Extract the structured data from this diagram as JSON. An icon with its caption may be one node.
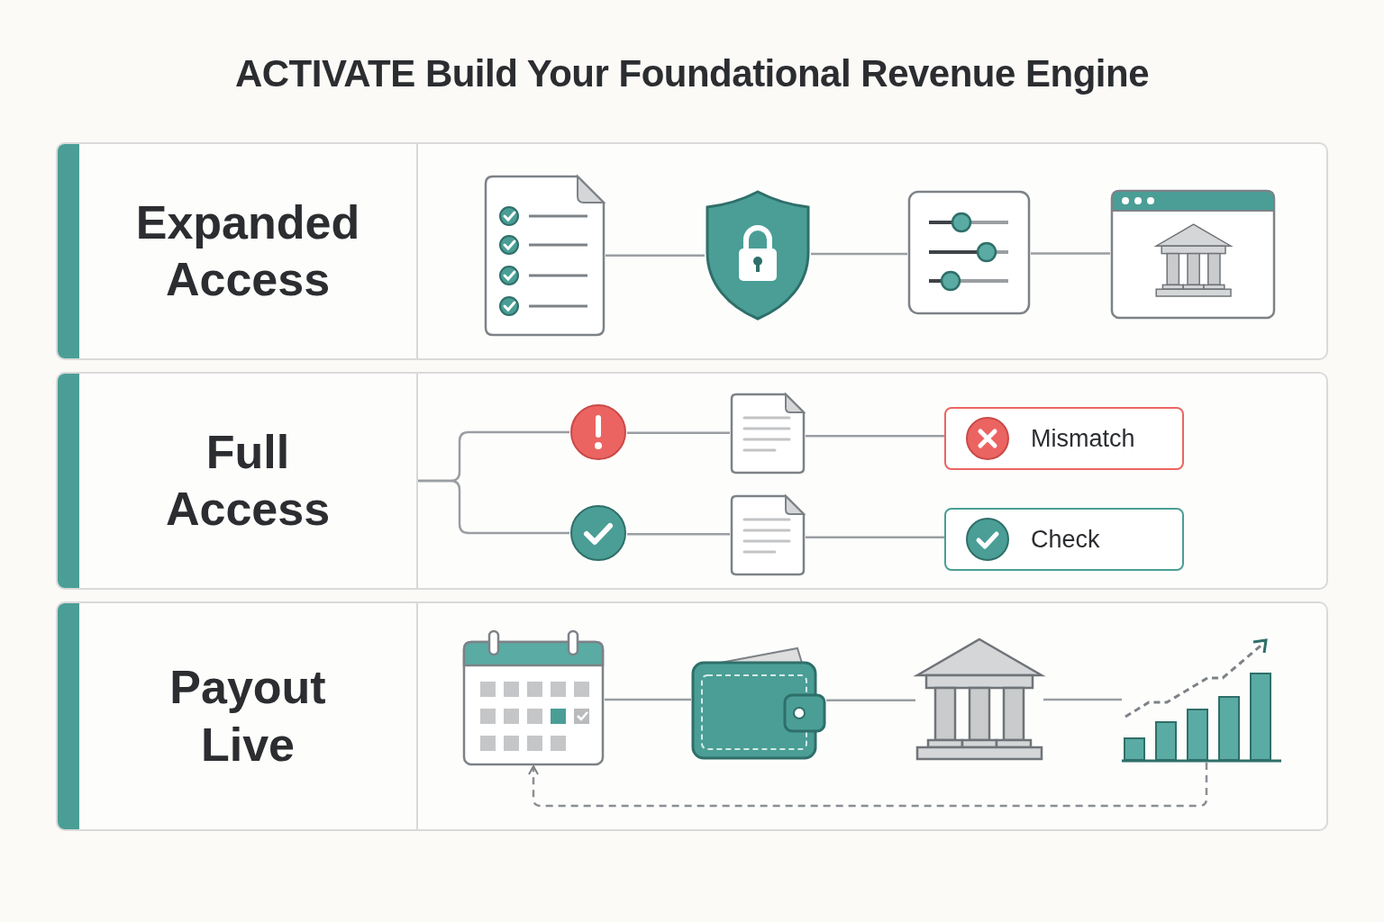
{
  "diagram": {
    "title": "ACTIVATE Build Your Foundational Revenue Engine",
    "nodes": [
      {
        "text": [],
        "shape": "box"
      },
      {
        "text": [
          "Expanded Access"
        ],
        "in": 0
      },
      {
        "text": [],
        "shape": "picture",
        "in": 0
      },
      {
        "text": [],
        "shape": "picture",
        "in": 0
      },
      {
        "text": [],
        "shape": "picture",
        "in": 0
      },
      {
        "text": [],
        "shape": "picture",
        "in": 0
      },
      {
        "text": [],
        "shape": "box"
      },
      {
        "text": [
          "Full Access"
        ],
        "in": 6
      },
      {
        "text": [],
        "shape": "circle",
        "in": 6
      },
      {
        "text": [],
        "shape": "picture",
        "in": 6
      },
      {
        "text": [
          "Mismatch"
        ],
        "in": 6
      },
      {
        "text": [],
        "shape": "circle",
        "in": 6
      },
      {
        "text": [],
        "shape": "picture",
        "in": 6
      },
      {
        "text": [
          "Check"
        ],
        "in": 6
      },
      {
        "text": [],
        "shape": "box"
      },
      {
        "text": [
          "Payout Live"
        ],
        "in": 14
      },
      {
        "text": [],
        "shape": "picture",
        "in": 14
      },
      {
        "text": [],
        "shape": "picture",
        "in": 14
      },
      {
        "text": [],
        "shape": "picture",
        "in": 14
      },
      {
        "text": [],
        "shape": "picture",
        "in": 14
      }
    ],
    "edges": [
      {
        "from": 2,
        "to": 3,
        "arrow": "none"
      },
      {
        "from": 3,
        "to": 4,
        "arrow": "none"
      },
      {
        "from": 4,
        "to": 5,
        "arrow": "none"
      },
      {
        "from": 7,
        "to": 8,
        "arrow": "none"
      },
      {
        "from": 7,
        "to": 11,
        "arrow": "none"
      },
      {
        "from": 8,
        "to": 9,
        "arrow": "none"
      },
      {
        "from": 9,
        "to": 10,
        "arrow": "none"
      },
      {
        "from": 11,
        "to": 12,
        "arrow": "none"
      },
      {
        "from": 12,
        "to": 13,
        "arrow": "none"
      },
      {
        "from": 16,
        "to": 17,
        "arrow": "none"
      },
      {
        "from": 17,
        "to": 18,
        "arrow": "none"
      },
      {
        "from": 18,
        "to": 19,
        "arrow": "none"
      },
      {
        "from": 19,
        "to": 16,
        "arrow": "to",
        "style": "dashed"
      }
    ]
  }
}
